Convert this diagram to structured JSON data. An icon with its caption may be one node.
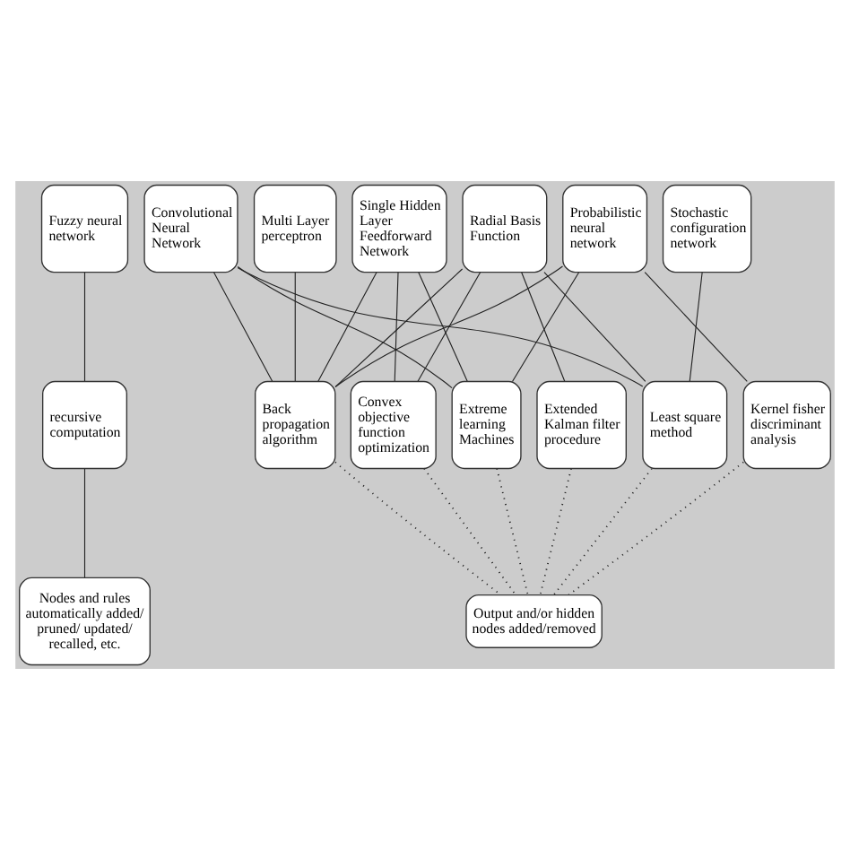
{
  "diagram": {
    "nodes": [
      {
        "text": [
          "Fuzzy neural network"
        ]
      },
      {
        "text": [
          "Convolutional Neural Network"
        ]
      },
      {
        "text": [
          "Multi Layer perceptron"
        ]
      },
      {
        "text": [
          "Single Hidden Layer Feedforward Network"
        ]
      },
      {
        "text": [
          "Radial Basis Function"
        ]
      },
      {
        "text": [
          "Stochastic configuration network"
        ]
      },
      {
        "text": [
          "Probabilistic neural network"
        ]
      },
      {
        "text": [
          "recursive computation"
        ]
      },
      {
        "text": [
          "Back propagation algorithm"
        ]
      },
      {
        "text": [
          "Convex objective function optimization"
        ]
      },
      {
        "text": [
          "Extreme learning Machines"
        ]
      },
      {
        "text": [
          "Extended Kalman filter procedure"
        ]
      },
      {
        "text": [
          "Least square method"
        ]
      },
      {
        "text": [
          "Kernel fisher discriminant analysis"
        ]
      },
      {
        "text": [
          "Nodes and rules automatically added/ pruned/ updated/ recalled, etc."
        ]
      },
      {
        "text": [
          "Output and/or hidden nodes added/removed"
        ]
      }
    ],
    "edges": [
      {
        "from": 0,
        "to": 7,
        "arrow": "none"
      },
      {
        "from": 1,
        "to": 8,
        "arrow": "none"
      },
      {
        "from": 1,
        "to": 10,
        "arrow": "none"
      },
      {
        "from": 1,
        "to": 12,
        "arrow": "none"
      },
      {
        "from": 2,
        "to": 8,
        "arrow": "none"
      },
      {
        "from": 3,
        "to": 8,
        "arrow": "none"
      },
      {
        "from": 3,
        "to": 9,
        "arrow": "none"
      },
      {
        "from": 3,
        "to": 10,
        "arrow": "none"
      },
      {
        "from": 4,
        "to": 8,
        "arrow": "none"
      },
      {
        "from": 4,
        "to": 9,
        "arrow": "none"
      },
      {
        "from": 4,
        "to": 11,
        "arrow": "none"
      },
      {
        "from": 4,
        "to": 12,
        "arrow": "none"
      },
      {
        "from": 5,
        "to": 12,
        "arrow": "none"
      },
      {
        "from": 6,
        "to": 8,
        "arrow": "none"
      },
      {
        "from": 6,
        "to": 10,
        "arrow": "none"
      },
      {
        "from": 6,
        "to": 13,
        "arrow": "none"
      },
      {
        "from": 7,
        "to": 14,
        "arrow": "none"
      },
      {
        "from": 8,
        "to": 15,
        "arrow": "none",
        "style": "dashed"
      },
      {
        "from": 9,
        "to": 15,
        "arrow": "none",
        "style": "dashed"
      },
      {
        "from": 10,
        "to": 15,
        "arrow": "none",
        "style": "dashed"
      },
      {
        "from": 11,
        "to": 15,
        "arrow": "none",
        "style": "dashed"
      },
      {
        "from": 12,
        "to": 15,
        "arrow": "none",
        "style": "dashed"
      },
      {
        "from": 13,
        "to": 15,
        "arrow": "none",
        "style": "dashed"
      }
    ]
  }
}
